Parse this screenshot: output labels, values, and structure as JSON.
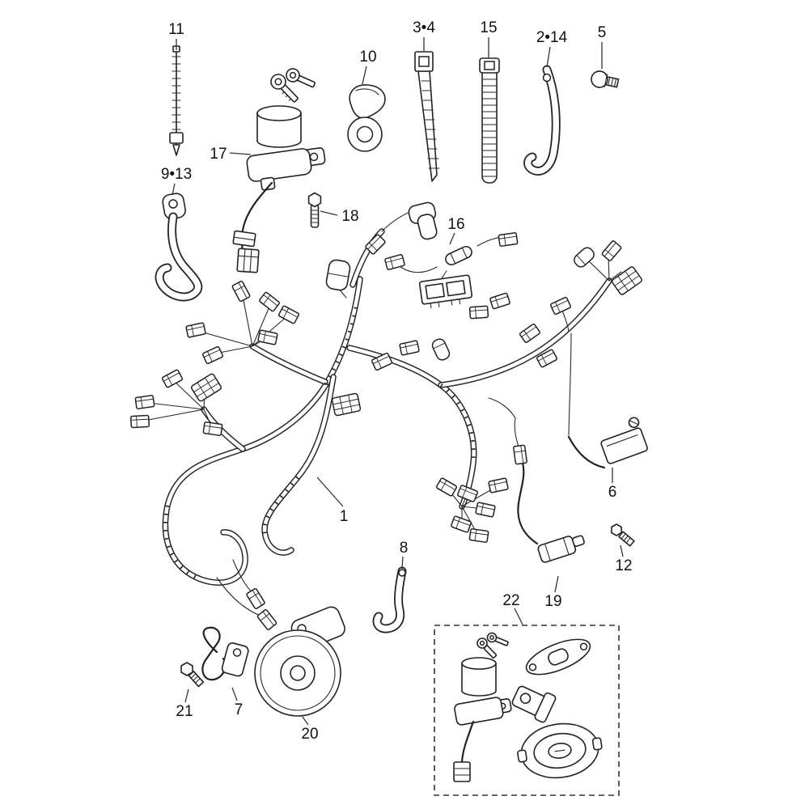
{
  "page": {
    "background": "#ffffff",
    "line_color": "#222222",
    "label_color": "#111111"
  },
  "diagram": {
    "kind": "exploded-parts-line-drawing",
    "subject": "wiring-harness-parts-diagram",
    "callouts": [
      {
        "label": "11"
      },
      {
        "label": "10"
      },
      {
        "label": "3•4"
      },
      {
        "label": "15"
      },
      {
        "label": "2•14"
      },
      {
        "label": "5"
      },
      {
        "label": "17"
      },
      {
        "label": "18"
      },
      {
        "label": "9•13"
      },
      {
        "label": "16"
      },
      {
        "label": "1"
      },
      {
        "label": "6"
      },
      {
        "label": "8"
      },
      {
        "label": "12"
      },
      {
        "label": "19"
      },
      {
        "label": "22"
      },
      {
        "label": "21"
      },
      {
        "label": "7"
      },
      {
        "label": "20"
      }
    ]
  }
}
